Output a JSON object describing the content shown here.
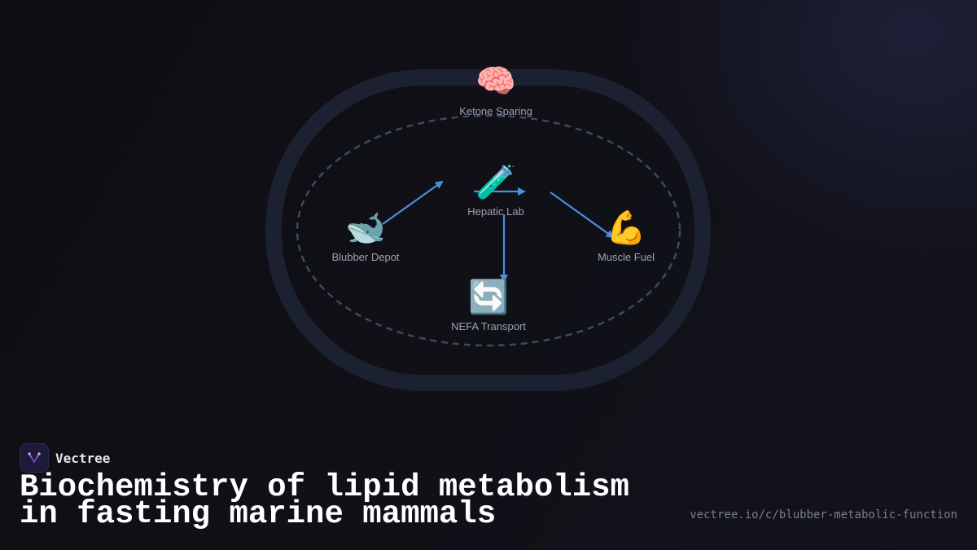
{
  "diagram": {
    "nodes": [
      {
        "id": "ketone",
        "label": "Ketone Sparing",
        "emoji": "🧠",
        "icon": "brain-icon"
      },
      {
        "id": "hepatic",
        "label": "Hepatic Lab",
        "emoji": "🧪",
        "icon": "test-tube-icon"
      },
      {
        "id": "blubber",
        "label": "Blubber Depot",
        "emoji": "🐋",
        "icon": "whale-icon"
      },
      {
        "id": "muscle",
        "label": "Muscle Fuel",
        "emoji": "💪",
        "icon": "flexed-biceps-icon"
      },
      {
        "id": "nefa",
        "label": "NEFA Transport",
        "emoji": "🔄",
        "icon": "cycle-arrows-icon"
      }
    ],
    "edges": [
      {
        "from": "blubber",
        "to": "hepatic"
      },
      {
        "from": "hepatic",
        "to": "muscle"
      },
      {
        "from": "hepatic",
        "to": "nefa"
      }
    ],
    "colors": {
      "arrow": "#4a8fe0",
      "ring": "#1c2230",
      "dashed": "#3b4a60"
    }
  },
  "brand": {
    "name": "Vectree",
    "logo_icon": "vectree-logo-icon",
    "accent": "#b45cf0"
  },
  "title": "Biochemistry of lipid metabolism in fasting marine mammals",
  "url": "vectree.io/c/blubber-metabolic-function"
}
